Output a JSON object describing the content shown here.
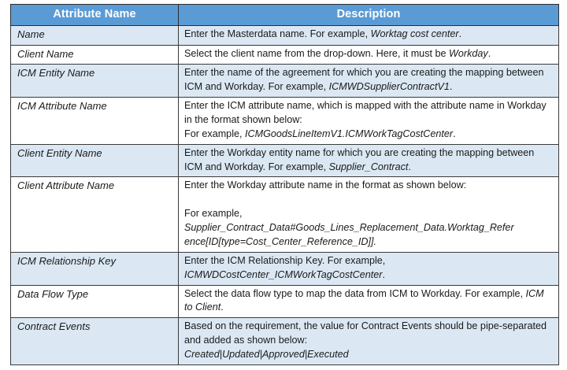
{
  "table": {
    "columns": [
      {
        "id": "attribute_name",
        "header": "Attribute Name"
      },
      {
        "id": "description",
        "header": "Description"
      }
    ],
    "header_bg": "#5B9BD5",
    "header_text_color": "#FFFFFF",
    "row_tint_bg": "#DBE8F4",
    "row_plain_bg": "#FFFFFF",
    "border_color": "#2B2B2B",
    "rows": [
      {
        "attribute": "Name",
        "shaded": true,
        "description_lines": [
          {
            "segments": [
              {
                "text": "Enter the Masterdata name. For example, ",
                "italic": false
              },
              {
                "text": "Worktag cost center",
                "italic": true
              },
              {
                "text": ".",
                "italic": false
              }
            ]
          }
        ]
      },
      {
        "attribute": "Client Name",
        "shaded": false,
        "description_lines": [
          {
            "segments": [
              {
                "text": "Select the client name from the drop-down. Here, it must be ",
                "italic": false
              },
              {
                "text": "Workday",
                "italic": true
              },
              {
                "text": ".",
                "italic": false
              }
            ]
          }
        ]
      },
      {
        "attribute": "ICM Entity Name",
        "shaded": true,
        "description_lines": [
          {
            "segments": [
              {
                "text": "Enter the name of the agreement for which you are creating the mapping between ICM and Workday. For example, ",
                "italic": false
              },
              {
                "text": "ICMWDSupplierContractV1",
                "italic": true
              },
              {
                "text": ".",
                "italic": false
              }
            ]
          }
        ]
      },
      {
        "attribute": "ICM Attribute Name",
        "shaded": false,
        "description_lines": [
          {
            "segments": [
              {
                "text": "Enter the ICM attribute name, which is mapped with the attribute name in Workday in the format shown below:",
                "italic": false
              }
            ]
          },
          {
            "segments": [
              {
                "text": "For example, ",
                "italic": false
              },
              {
                "text": "ICMGoodsLineItemV1.ICMWorkTagCostCenter",
                "italic": true
              },
              {
                "text": ".",
                "italic": false
              }
            ]
          }
        ]
      },
      {
        "attribute": "Client Entity Name",
        "shaded": true,
        "description_lines": [
          {
            "segments": [
              {
                "text": "Enter the Workday entity name for which you are creating the mapping between ICM and Workday. For example, ",
                "italic": false
              },
              {
                "text": "Supplier_Contract",
                "italic": true
              },
              {
                "text": ".",
                "italic": false
              }
            ]
          }
        ]
      },
      {
        "attribute": "Client Attribute Name",
        "shaded": false,
        "description_lines": [
          {
            "segments": [
              {
                "text": "Enter the Workday attribute name in the format as shown below:",
                "italic": false
              }
            ]
          },
          {
            "blank": true
          },
          {
            "segments": [
              {
                "text": "For example,",
                "italic": false
              }
            ]
          },
          {
            "segments": [
              {
                "text": "Supplier_Contract_Data#Goods_Lines_Replacement_Data.Worktag_Refer",
                "italic": true
              }
            ]
          },
          {
            "segments": [
              {
                "text": "ence[ID[type=Cost_Center_Reference_ID]].",
                "italic": true
              }
            ]
          }
        ]
      },
      {
        "attribute": "ICM Relationship Key",
        "shaded": true,
        "description_lines": [
          {
            "segments": [
              {
                "text": "Enter the ICM Relationship Key. For example,",
                "italic": false
              }
            ]
          },
          {
            "segments": [
              {
                "text": "ICMWDCostCenter_ICMWorkTagCostCenter",
                "italic": true
              },
              {
                "text": ".",
                "italic": false
              }
            ]
          }
        ]
      },
      {
        "attribute": "Data Flow Type",
        "shaded": false,
        "description_lines": [
          {
            "segments": [
              {
                "text": "Select the data flow type to map the data from ICM to Workday. For example, ",
                "italic": false
              },
              {
                "text": "ICM to Client",
                "italic": true
              },
              {
                "text": ".",
                "italic": false
              }
            ]
          }
        ]
      },
      {
        "attribute": "Contract Events",
        "shaded": true,
        "description_lines": [
          {
            "segments": [
              {
                "text": "Based on the requirement, the value for Contract Events should be pipe-separated and added as shown below:",
                "italic": false
              }
            ]
          },
          {
            "segments": [
              {
                "text": "Created|Updated|Approved|Executed",
                "italic": true
              }
            ]
          }
        ]
      }
    ]
  }
}
